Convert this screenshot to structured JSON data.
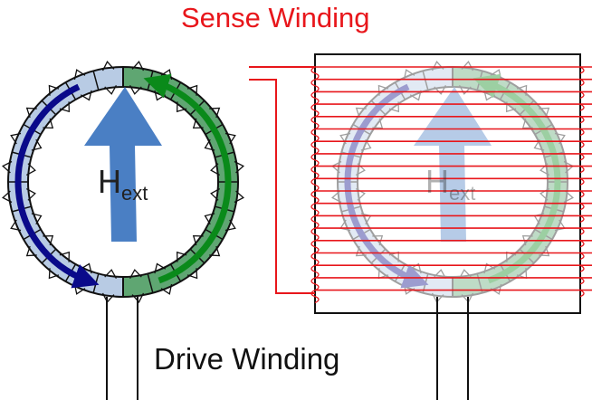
{
  "labels": {
    "sense_winding": "Sense Winding",
    "drive_winding": "Drive Winding",
    "hext_main": "H",
    "hext_sub": "ext"
  },
  "colors": {
    "sense": "#e8161b",
    "left_half": "#b8cbe4",
    "right_half": "#5fa672",
    "blue_arrow": "#0a0a8a",
    "green_arrow": "#0a8a1a",
    "field_arrow": "#4a7fc4"
  }
}
